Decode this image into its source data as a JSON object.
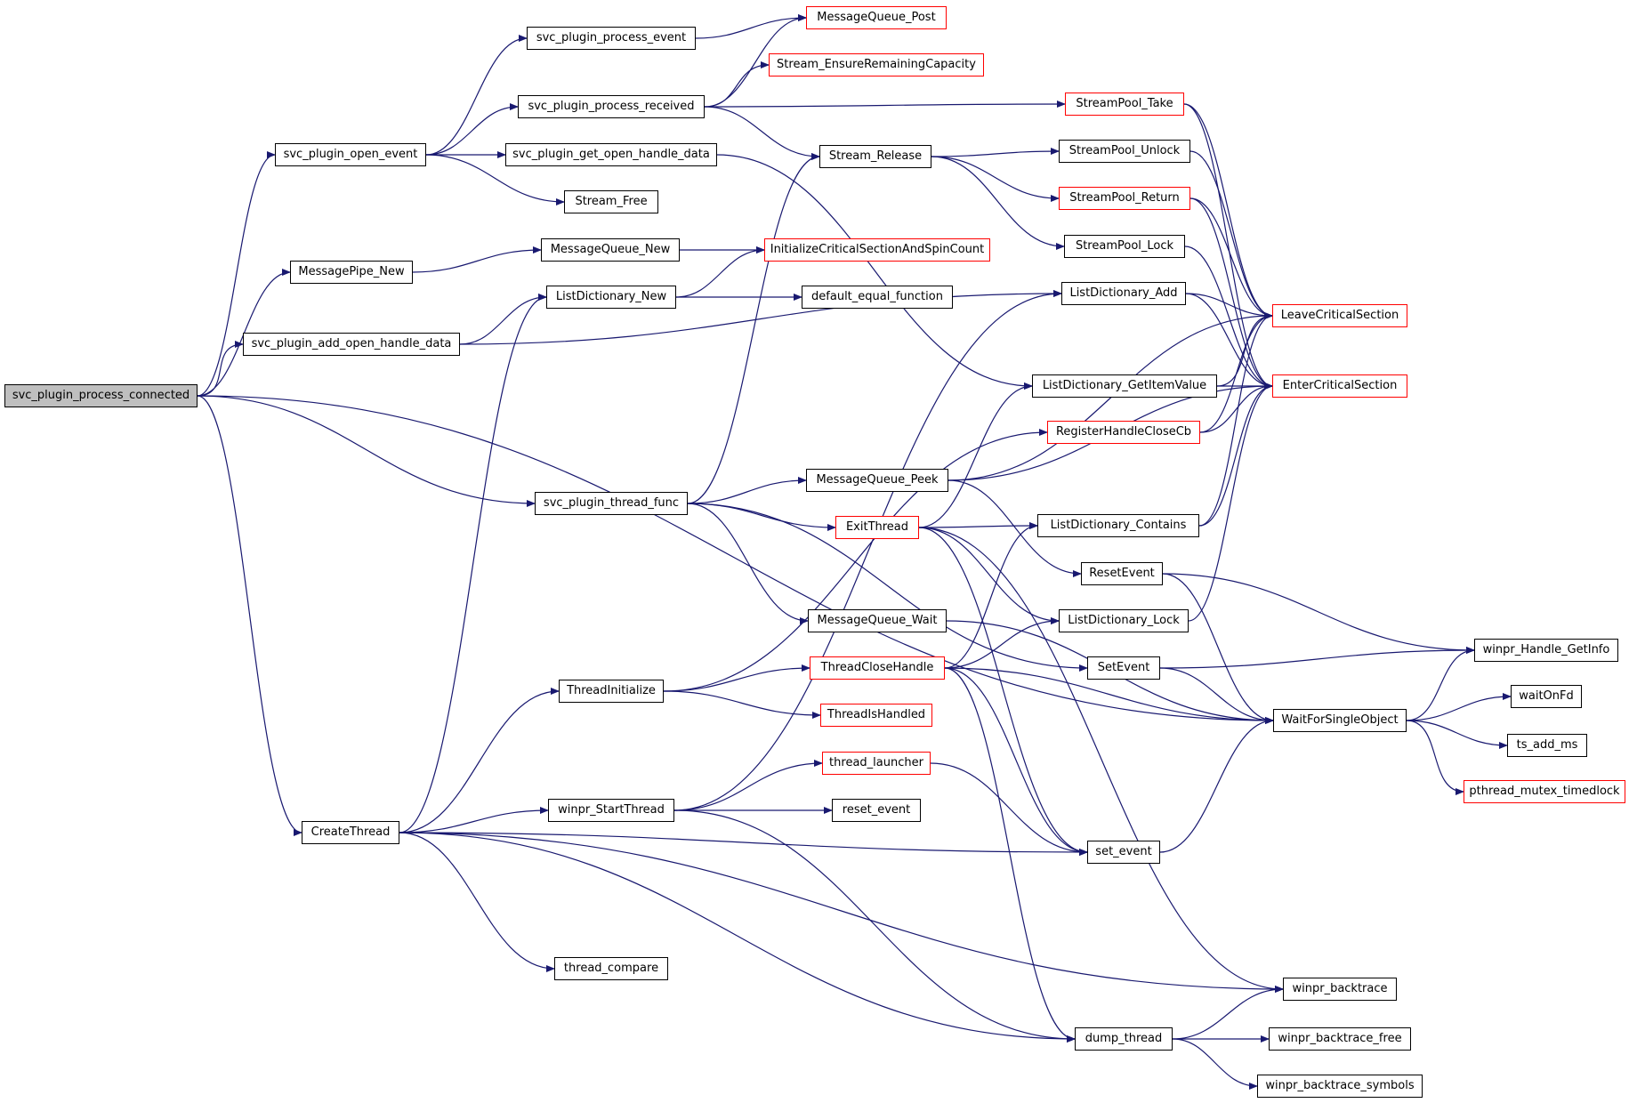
{
  "colors": {
    "edge": "#191970",
    "border": "#000000",
    "external_border": "#ff0000",
    "root_fill": "#bfbfbf"
  },
  "nodes": {
    "root": "svc_plugin_process_connected",
    "open_event": "svc_plugin_open_event",
    "pipe_new": "MessagePipe_New",
    "add_open": "svc_plugin_add_open_handle_data",
    "create_thread": "CreateThread",
    "process_event": "svc_plugin_process_event",
    "process_received": "svc_plugin_process_received",
    "get_open": "svc_plugin_get_open_handle_data",
    "stream_free": "Stream_Free",
    "mq_new": "MessageQueue_New",
    "ld_new": "ListDictionary_New",
    "thread_func": "svc_plugin_thread_func",
    "thread_init": "ThreadInitialize",
    "start_thread": "winpr_StartThread",
    "thread_compare": "thread_compare",
    "mq_post": "MessageQueue_Post",
    "stream_ensure": "Stream_EnsureRemainingCapacity",
    "stream_release": "Stream_Release",
    "init_cs": "InitializeCriticalSectionAndSpinCount",
    "default_equal": "default_equal_function",
    "mq_peek": "MessageQueue_Peek",
    "exit_thread": "ExitThread",
    "mq_wait": "MessageQueue_Wait",
    "thread_close": "ThreadCloseHandle",
    "thread_is_handled": "ThreadIsHandled",
    "thread_launcher": "thread_launcher",
    "reset_event": "reset_event",
    "pool_take": "StreamPool_Take",
    "pool_unlock": "StreamPool_Unlock",
    "pool_return": "StreamPool_Return",
    "pool_lock": "StreamPool_Lock",
    "ld_add": "ListDictionary_Add",
    "ld_get": "ListDictionary_GetItemValue",
    "reg_close": "RegisterHandleCloseCb",
    "ld_contains": "ListDictionary_Contains",
    "reset_event_cap": "ResetEvent",
    "ld_lock": "ListDictionary_Lock",
    "set_event_cap": "SetEvent",
    "set_event": "set_event",
    "dump_thread": "dump_thread",
    "leave_cs": "LeaveCriticalSection",
    "enter_cs": "EnterCriticalSection",
    "get_info": "winpr_Handle_GetInfo",
    "wait_single": "WaitForSingleObject",
    "wait_on_fd": "waitOnFd",
    "ts_add_ms": "ts_add_ms",
    "mutex_timedlock": "pthread_mutex_timedlock",
    "backtrace": "winpr_backtrace",
    "backtrace_free": "winpr_backtrace_free",
    "backtrace_symbols": "winpr_backtrace_symbols"
  }
}
